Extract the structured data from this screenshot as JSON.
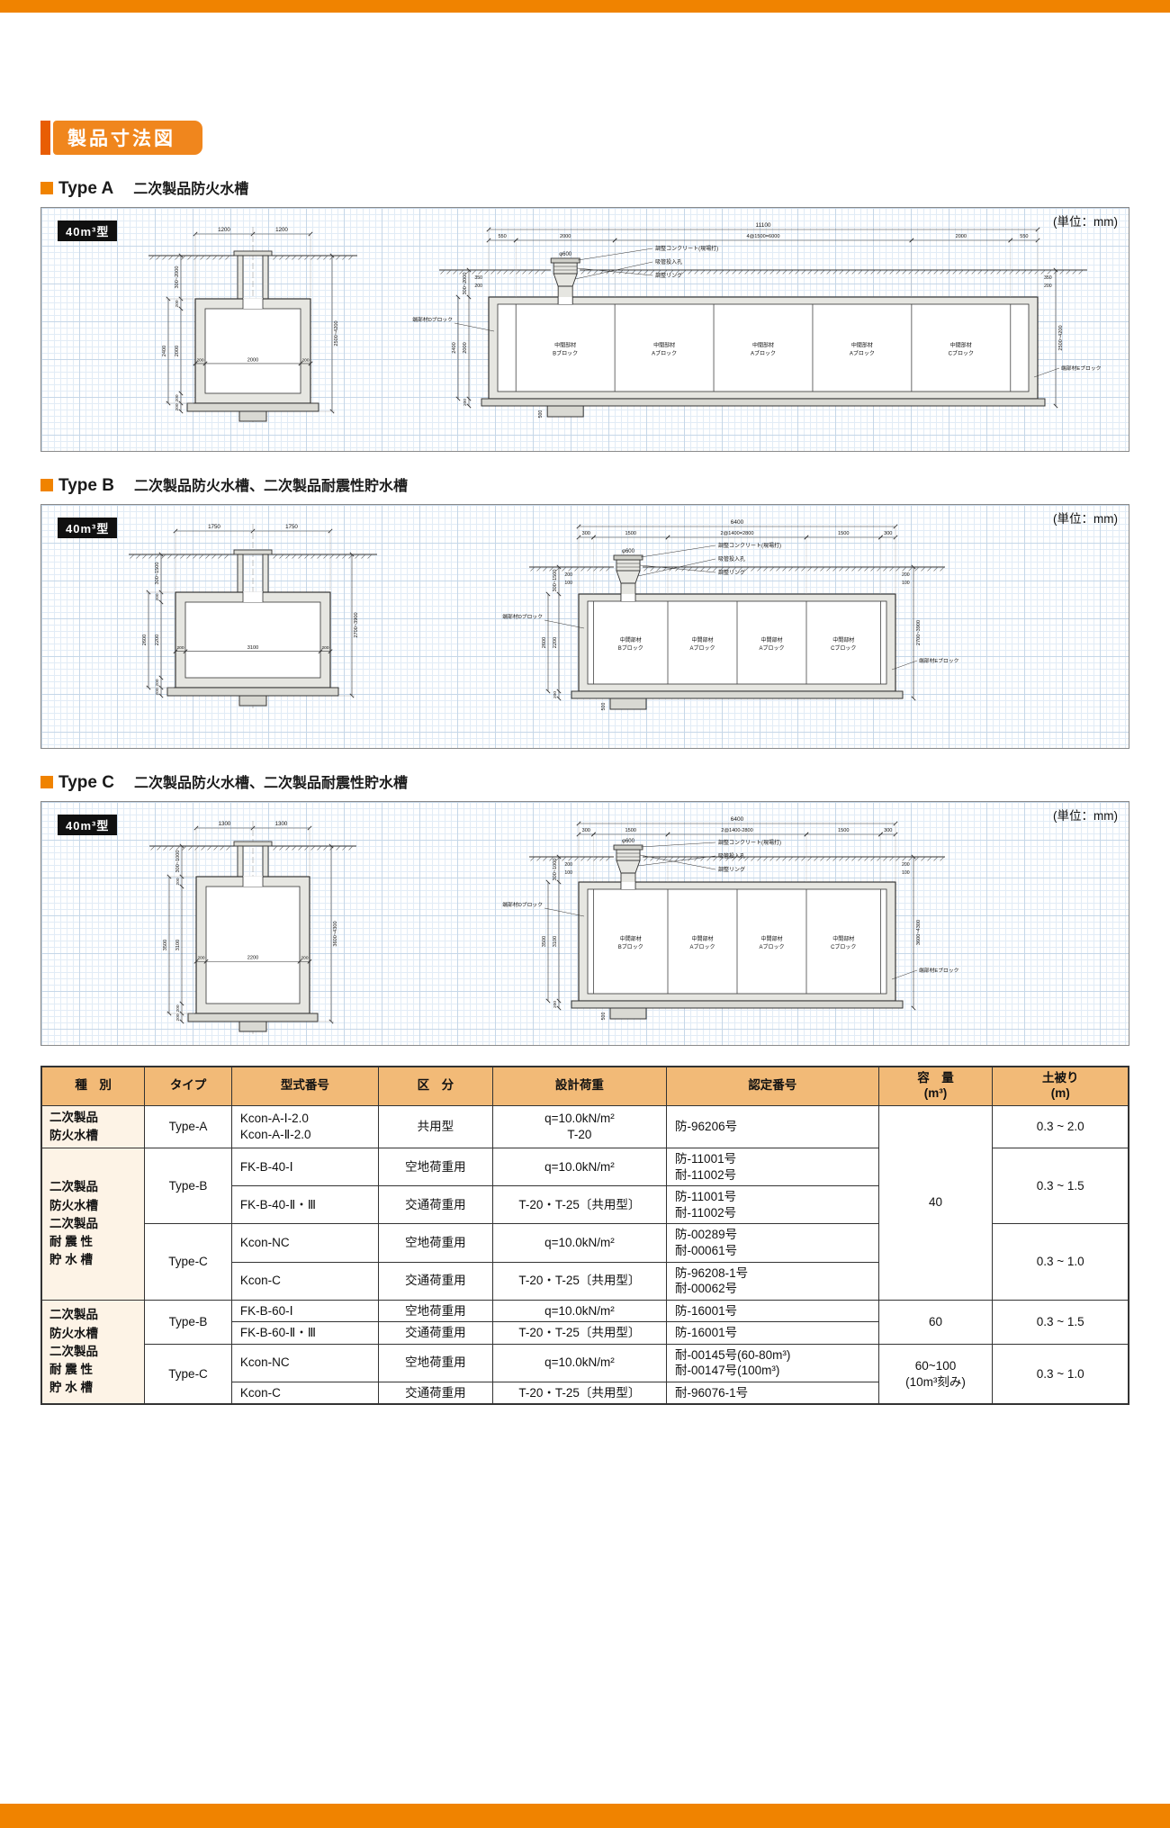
{
  "page": {
    "title": "製品寸法図",
    "colors": {
      "orange": "#f08300",
      "orange_dark": "#e85d04",
      "title_box": "#f0861d",
      "table_header_bg": "#f2ba77",
      "table_kind_bg": "#fdf3e6"
    }
  },
  "sections": [
    {
      "type": "Type A",
      "desc": "二次製品防火水槽",
      "size_label": "40m³型",
      "unit": "(単位：mm)",
      "cross_section": {
        "top_dims": [
          "1200",
          "1200"
        ],
        "depth_range": "300~2000",
        "wall": "200",
        "outer_height": "2400",
        "inner_height": "2000",
        "bottom_dims": [
          "200",
          "2000",
          "200"
        ],
        "right_dim": "2500~4200",
        "base": "200"
      },
      "long_section": {
        "total": "11100",
        "segments": [
          "550",
          "2000",
          "4@1500=6000",
          "2000",
          "550"
        ],
        "pipe_dia": "φ600",
        "leaders": [
          "調整コンクリート(現場打)",
          "吸管投入孔",
          "調整リング"
        ],
        "side_dims": [
          "350",
          "200"
        ],
        "depth_range": "300~2000",
        "outer_height": "2400",
        "inner_height": "2000",
        "wall": "200",
        "sump": "500",
        "right_dim": "2500~4200",
        "end_left": "端部材Dブロック",
        "end_right": "端部材Eブロック",
        "blocks": [
          [
            "中間部材",
            "Bブロック"
          ],
          [
            "中間部材",
            "Aブロック"
          ],
          [
            "中間部材",
            "Aブロック"
          ],
          [
            "中間部材",
            "Aブロック"
          ],
          [
            "中間部材",
            "Cブロック"
          ]
        ]
      }
    },
    {
      "type": "Type B",
      "desc": "二次製品防火水槽、二次製品耐震性貯水槽",
      "size_label": "40m³型",
      "unit": "(単位：mm)",
      "cross_section": {
        "top_dims": [
          "1750",
          "1750"
        ],
        "depth_range": "300~1500",
        "wall": "200",
        "outer_height": "2600",
        "inner_height": "2200",
        "bottom_dims": [
          "200",
          "3100",
          "200"
        ],
        "right_dim": "2700~3900",
        "base": "200"
      },
      "long_section": {
        "total": "6400",
        "segments": [
          "300",
          "1500",
          "2@1400=2800",
          "1500",
          "300"
        ],
        "pipe_dia": "φ600",
        "leaders": [
          "調整コンクリート(現場打)",
          "吸管投入孔",
          "調整リング"
        ],
        "side_dims": [
          "200",
          "100"
        ],
        "depth_range": "300~1500",
        "outer_height": "2600",
        "inner_height": "2200",
        "wall": "200",
        "sump": "500",
        "right_dim": "2700~3900",
        "end_left": "端部材Dブロック",
        "end_right": "端部材Eブロック",
        "blocks": [
          [
            "中間部材",
            "Bブロック"
          ],
          [
            "中間部材",
            "Aブロック"
          ],
          [
            "中間部材",
            "Aブロック"
          ],
          [
            "中間部材",
            "Cブロック"
          ]
        ]
      }
    },
    {
      "type": "Type C",
      "desc": "二次製品防火水槽、二次製品耐震性貯水槽",
      "size_label": "40m³型",
      "unit": "(単位：mm)",
      "cross_section": {
        "top_dims": [
          "1300",
          "1300"
        ],
        "depth_range": "300~1000",
        "wall": "200",
        "outer_height": "3500",
        "inner_height": "3100",
        "bottom_dims": [
          "200",
          "2200",
          "200"
        ],
        "right_dim": "3600~4300",
        "base": "200"
      },
      "long_section": {
        "total": "6400",
        "segments": [
          "300",
          "1500",
          "2@1400-2800",
          "1500",
          "300"
        ],
        "pipe_dia": "φ600",
        "leaders": [
          "調整コンクリート(現場打)",
          "吸管投入孔",
          "調整リング"
        ],
        "side_dims": [
          "200",
          "100"
        ],
        "depth_range": "300~1000",
        "outer_height": "3500",
        "inner_height": "3100",
        "wall": "200",
        "sump": "500",
        "right_dim": "3600~4300",
        "end_left": "端部材Dブロック",
        "end_right": "端部材Eブロック",
        "blocks": [
          [
            "中間部材",
            "Bブロック"
          ],
          [
            "中間部材",
            "Aブロック"
          ],
          [
            "中間部材",
            "Aブロック"
          ],
          [
            "中間部材",
            "Cブロック"
          ]
        ]
      }
    }
  ],
  "table": {
    "headers": [
      "種　別",
      "タイプ",
      "型式番号",
      "区　分",
      "設計荷重",
      "認定番号",
      "容　量\n(m³)",
      "土被り\n(m)"
    ],
    "rows": [
      [
        {
          "text": "二次製品\n防火水槽",
          "kind": true
        },
        {
          "text": "Type-A"
        },
        {
          "text": "Kcon-A-Ⅰ-2.0\nKcon-A-Ⅱ-2.0",
          "align": "left"
        },
        {
          "text": "共用型"
        },
        {
          "text": "q=10.0kN/m²\nT-20"
        },
        {
          "text": "防-96206号",
          "align": "left"
        },
        {
          "text": "40",
          "rowspan": 5
        },
        {
          "text": "0.3 ~ 2.0"
        }
      ],
      [
        {
          "text": "二次製品\n防火水槽\n二次製品\n耐 震 性\n貯 水 槽",
          "kind": true,
          "rowspan": 4
        },
        {
          "text": "Type-B",
          "rowspan": 2
        },
        {
          "text": "FK-B-40-Ⅰ",
          "align": "left"
        },
        {
          "text": "空地荷重用"
        },
        {
          "text": "q=10.0kN/m²"
        },
        {
          "text": "防-11001号\n耐-11002号",
          "align": "left"
        },
        {
          "text": "0.3 ~ 1.5",
          "rowspan": 2
        }
      ],
      [
        {
          "text": "FK-B-40-Ⅱ・Ⅲ",
          "align": "left"
        },
        {
          "text": "交通荷重用"
        },
        {
          "text": "T-20・T-25〔共用型〕"
        },
        {
          "text": "防-11001号\n耐-11002号",
          "align": "left"
        }
      ],
      [
        {
          "text": "Type-C",
          "rowspan": 2
        },
        {
          "text": "Kcon-NC",
          "align": "left"
        },
        {
          "text": "空地荷重用"
        },
        {
          "text": "q=10.0kN/m²"
        },
        {
          "text": "防-00289号\n耐-00061号",
          "align": "left"
        },
        {
          "text": "0.3 ~ 1.0",
          "rowspan": 2
        }
      ],
      [
        {
          "text": "Kcon-C",
          "align": "left"
        },
        {
          "text": "交通荷重用"
        },
        {
          "text": "T-20・T-25〔共用型〕"
        },
        {
          "text": "防-96208-1号\n耐-00062号",
          "align": "left"
        }
      ],
      [
        {
          "text": "二次製品\n防火水槽\n二次製品\n耐 震 性\n貯 水 槽",
          "kind": true,
          "rowspan": 4
        },
        {
          "text": "Type-B",
          "rowspan": 2
        },
        {
          "text": "FK-B-60-Ⅰ",
          "align": "left"
        },
        {
          "text": "空地荷重用"
        },
        {
          "text": "q=10.0kN/m²"
        },
        {
          "text": "防-16001号",
          "align": "left"
        },
        {
          "text": "60",
          "rowspan": 2
        },
        {
          "text": "0.3 ~ 1.5",
          "rowspan": 2
        }
      ],
      [
        {
          "text": "FK-B-60-Ⅱ・Ⅲ",
          "align": "left"
        },
        {
          "text": "交通荷重用"
        },
        {
          "text": "T-20・T-25〔共用型〕"
        },
        {
          "text": "防-16001号",
          "align": "left"
        }
      ],
      [
        {
          "text": "Type-C",
          "rowspan": 2
        },
        {
          "text": "Kcon-NC",
          "align": "left"
        },
        {
          "text": "空地荷重用"
        },
        {
          "text": "q=10.0kN/m²"
        },
        {
          "text": "耐-00145号(60-80m³)\n耐-00147号(100m³)",
          "align": "left"
        },
        {
          "text": "60~100\n(10m³刻み)",
          "rowspan": 2
        },
        {
          "text": "0.3 ~ 1.0",
          "rowspan": 2
        }
      ],
      [
        {
          "text": "Kcon-C",
          "align": "left"
        },
        {
          "text": "交通荷重用"
        },
        {
          "text": "T-20・T-25〔共用型〕"
        },
        {
          "text": "耐-96076-1号",
          "align": "left"
        }
      ]
    ]
  }
}
